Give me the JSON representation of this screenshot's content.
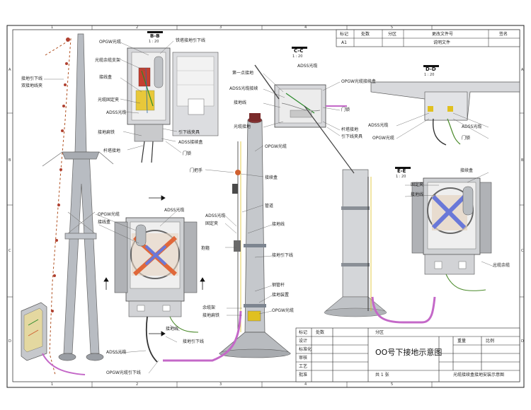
{
  "border": {
    "top_numbers": [
      "1",
      "2",
      "3",
      "4",
      "5"
    ],
    "bottom_numbers": [
      "1",
      "2",
      "3",
      "4",
      "5"
    ],
    "side_letters": [
      "A",
      "B",
      "C",
      "D"
    ]
  },
  "revision_table": {
    "headers": [
      "标记",
      "处数",
      "分区",
      "更改文件号",
      "签名"
    ],
    "row": [
      "A1",
      "",
      "",
      "说明文件",
      ""
    ]
  },
  "sections": {
    "view_b": {
      "name": "B-B",
      "scale": "1 : 20"
    },
    "view_c": {
      "name": "C-C",
      "scale": "1 : 20"
    },
    "view_d": {
      "name": "D-D",
      "scale": "1 : 20"
    },
    "view_e": {
      "name": "E-E",
      "scale": "1 : 20"
    }
  },
  "labels": {
    "a1": "接地引下线",
    "a2": "双接地线夹",
    "a3": "OPGW光缆",
    "a4": "光缆余缆支架",
    "a5": "接线盒",
    "a6": "光缆固定夹",
    "a7": "ADSS光缆",
    "a8": "接地扁铁",
    "a9": "杆塔接地",
    "a10": "铁塔接地引下线",
    "a11": "引下线夹具",
    "b1": "ADSS接续盒",
    "b2": "门锁",
    "b3": "门把手",
    "b4": "OPGW光缆",
    "b5": "接续盒",
    "c1": "第一点接地",
    "c2": "ADSS光缆接续",
    "c3": "接地线",
    "c4": "光缆接地",
    "c5": "ADSS光缆",
    "c6": "OPGW光缆接续盒",
    "c7": "门锁",
    "d1": "杆塔接地",
    "d2": "引下线夹具",
    "d3": "ADSS光缆",
    "e1": "OPGW光缆",
    "e2": "ADSS光缆",
    "e3": "门锁",
    "p1": "管道",
    "p2": "接地线",
    "p3": "ADSS光缆",
    "p4": "固定夹",
    "p5": "抱箍",
    "p6": "接地引下线",
    "p7": "钢管杆",
    "p8": "接地装置",
    "p9": "OPGW光缆",
    "p10": "余缆架",
    "p11": "接地扁铁",
    "m1": "OPGW光缆",
    "m2": "接线盒",
    "m3": "ADSS光缆",
    "m4": "接续盒",
    "m5": "固定夹",
    "m6": "接地线",
    "m7": "光缆余缆",
    "m8": "接地引下线",
    "m9": "接地线",
    "m10": "ADSS光缆",
    "m11": "OPGW光缆引下线"
  },
  "title_block": {
    "c1": "标记",
    "c2": "处数",
    "c3": "分区",
    "main_title": "OO号下接地示意图",
    "weight": "重量",
    "scale": "比例",
    "r1": "设计",
    "r2": "标准化",
    "r3": "审核",
    "r4": "工艺",
    "r5": "批准",
    "sheet": "共 1 张",
    "company": "光缆接续盒接地安装示意图"
  },
  "colors": {
    "pink_cable": "#c468c8",
    "steel": "#c8ccd0",
    "box": "#d8d8d8",
    "orange_brace": "#e0683a",
    "blue_brace": "#6a78d8",
    "yellow_bracket": "#e0c020",
    "green_ground": "#4a8a2a"
  }
}
